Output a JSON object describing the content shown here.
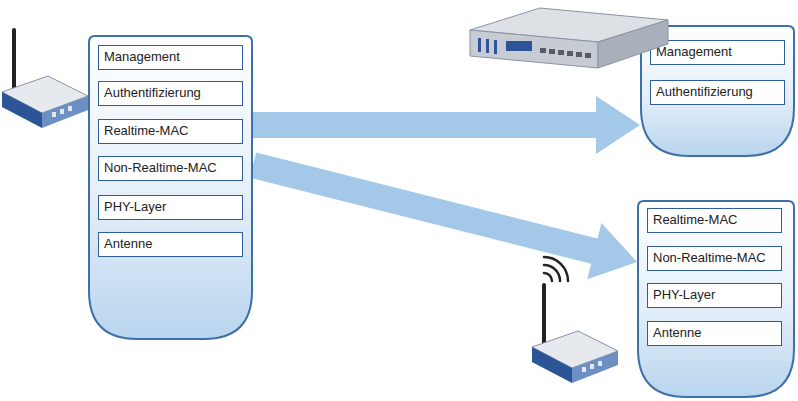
{
  "diagram": {
    "nodes": [
      {
        "text": []
      },
      {
        "text": [
          "Management"
        ],
        "in": 0
      },
      {
        "text": [
          "Authentifizierung"
        ],
        "in": 0
      },
      {
        "text": [
          "Realtime-MAC"
        ],
        "in": 0
      },
      {
        "text": [
          "Non-Realtime-MAC"
        ],
        "in": 0
      },
      {
        "text": [
          "PHY-Layer"
        ],
        "in": 0
      },
      {
        "text": [
          "Antenne"
        ],
        "in": 0
      },
      {
        "text": []
      },
      {
        "text": [
          "Management"
        ],
        "in": 7
      },
      {
        "text": [
          "Authentifizierung"
        ],
        "in": 7
      },
      {
        "text": []
      },
      {
        "text": [
          "Realtime-MAC"
        ],
        "in": 10
      },
      {
        "text": [
          "Non-Realtime-MAC"
        ],
        "in": 10
      },
      {
        "text": [
          "PHY-Layer"
        ],
        "in": 10
      },
      {
        "text": [
          "Antenne"
        ],
        "in": 10
      }
    ],
    "edges": [
      {
        "from": 0,
        "to": 7,
        "arrow": "to"
      },
      {
        "from": 0,
        "to": 10,
        "arrow": "to"
      }
    ]
  }
}
